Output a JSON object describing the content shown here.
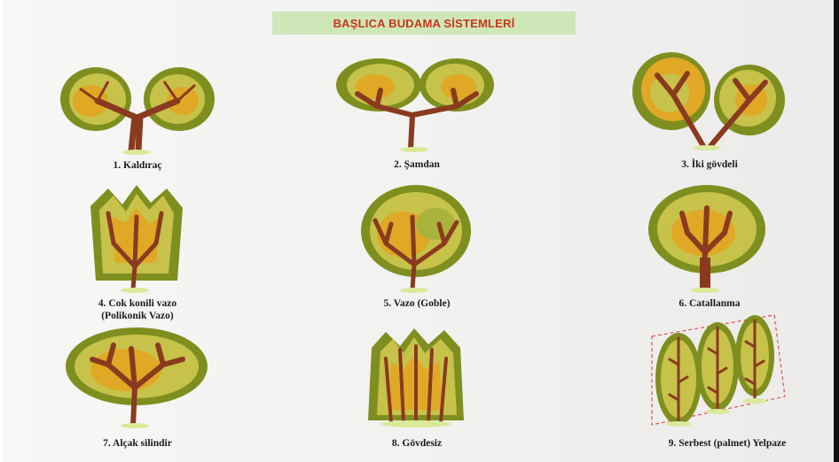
{
  "title": "BAŞLICA BUDAMA SİSTEMLERİ",
  "colors": {
    "title_bg": "#cfe6b8",
    "title_text": "#c8371c",
    "foliage_dark": "#7f8f1f",
    "foliage_light": "#c7c24a",
    "foliage_yellow": "#e0a825",
    "trunk": "#8a3a1f",
    "frame_dash": "#d9534f"
  },
  "systems": [
    {
      "id": "1",
      "label": "1. Kaldıraç",
      "icon": "two-crown-lever-tree-icon"
    },
    {
      "id": "2",
      "label": "2. Şamdan",
      "icon": "candelabra-tree-icon"
    },
    {
      "id": "3",
      "label": "3. İki gövdeli",
      "icon": "two-trunk-tree-icon"
    },
    {
      "id": "4",
      "label": "4. Cok konili vazo",
      "label2": "(Polikonik Vazo)",
      "icon": "multi-cone-vase-tree-icon"
    },
    {
      "id": "5",
      "label": "5. Vazo (Goble)",
      "icon": "vase-goblet-tree-icon"
    },
    {
      "id": "6",
      "label": "6. Catallanma",
      "icon": "branching-tree-icon"
    },
    {
      "id": "7",
      "label": "7. Alçak silindir",
      "icon": "low-cylinder-tree-icon"
    },
    {
      "id": "8",
      "label": "8. Gövdesiz",
      "icon": "trunkless-tree-icon"
    },
    {
      "id": "9",
      "label": "9. Serbest (palmet) Yelpaze",
      "icon": "free-palmette-fan-tree-icon"
    }
  ]
}
